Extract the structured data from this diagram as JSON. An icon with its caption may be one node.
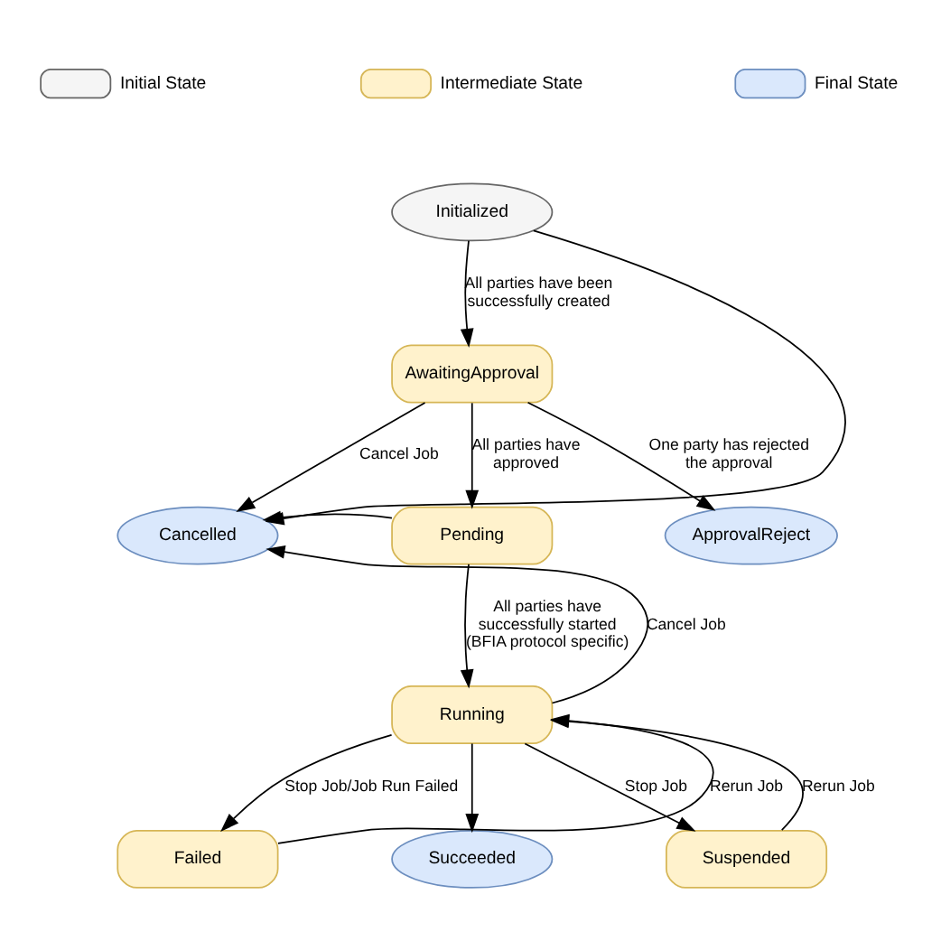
{
  "diagram": {
    "nodes": [
      {
        "text": [
          "Initialized"
        ]
      },
      {
        "text": [
          "AwaitingApproval"
        ]
      },
      {
        "text": [
          "Pending"
        ]
      },
      {
        "text": [
          "Cancelled"
        ]
      },
      {
        "text": [
          "ApprovalReject"
        ]
      },
      {
        "text": [
          "Running"
        ]
      },
      {
        "text": [
          "Failed"
        ]
      },
      {
        "text": [
          "Succeeded"
        ]
      },
      {
        "text": [
          "Suspended"
        ]
      }
    ],
    "edges": [
      {
        "from": 0,
        "to": 1,
        "arrow": "to",
        "label": "All parties have been successfully created"
      },
      {
        "from": 0,
        "to": 3,
        "arrow": "to"
      },
      {
        "from": 1,
        "to": 3,
        "arrow": "to",
        "label": "Cancel Job"
      },
      {
        "from": 1,
        "to": 2,
        "arrow": "to",
        "label": "All parties have approved"
      },
      {
        "from": 1,
        "to": 4,
        "arrow": "to",
        "label": "One party has rejected the approval"
      },
      {
        "from": 2,
        "to": 3,
        "arrow": "to"
      },
      {
        "from": 2,
        "to": 5,
        "arrow": "to",
        "label": "All parties have successfully started (BFIA protocol specific)"
      },
      {
        "from": 5,
        "to": 3,
        "arrow": "to",
        "label": "Cancel Job"
      },
      {
        "from": 5,
        "to": 6,
        "arrow": "to",
        "label": "Stop Job/Job Run Failed"
      },
      {
        "from": 5,
        "to": 7,
        "arrow": "to"
      },
      {
        "from": 5,
        "to": 8,
        "arrow": "to",
        "label": "Stop Job"
      },
      {
        "from": 6,
        "to": 5,
        "arrow": "to",
        "label": "Rerun Job"
      },
      {
        "from": 8,
        "to": 5,
        "arrow": "to",
        "label": "Rerun Job"
      }
    ],
    "legend": [
      {
        "text": "Initial State",
        "color": "#f5f5f5"
      },
      {
        "text": "Intermediate State",
        "color": "#fff2cc"
      },
      {
        "text": "Final State",
        "color": "#dae8fc"
      }
    ]
  }
}
